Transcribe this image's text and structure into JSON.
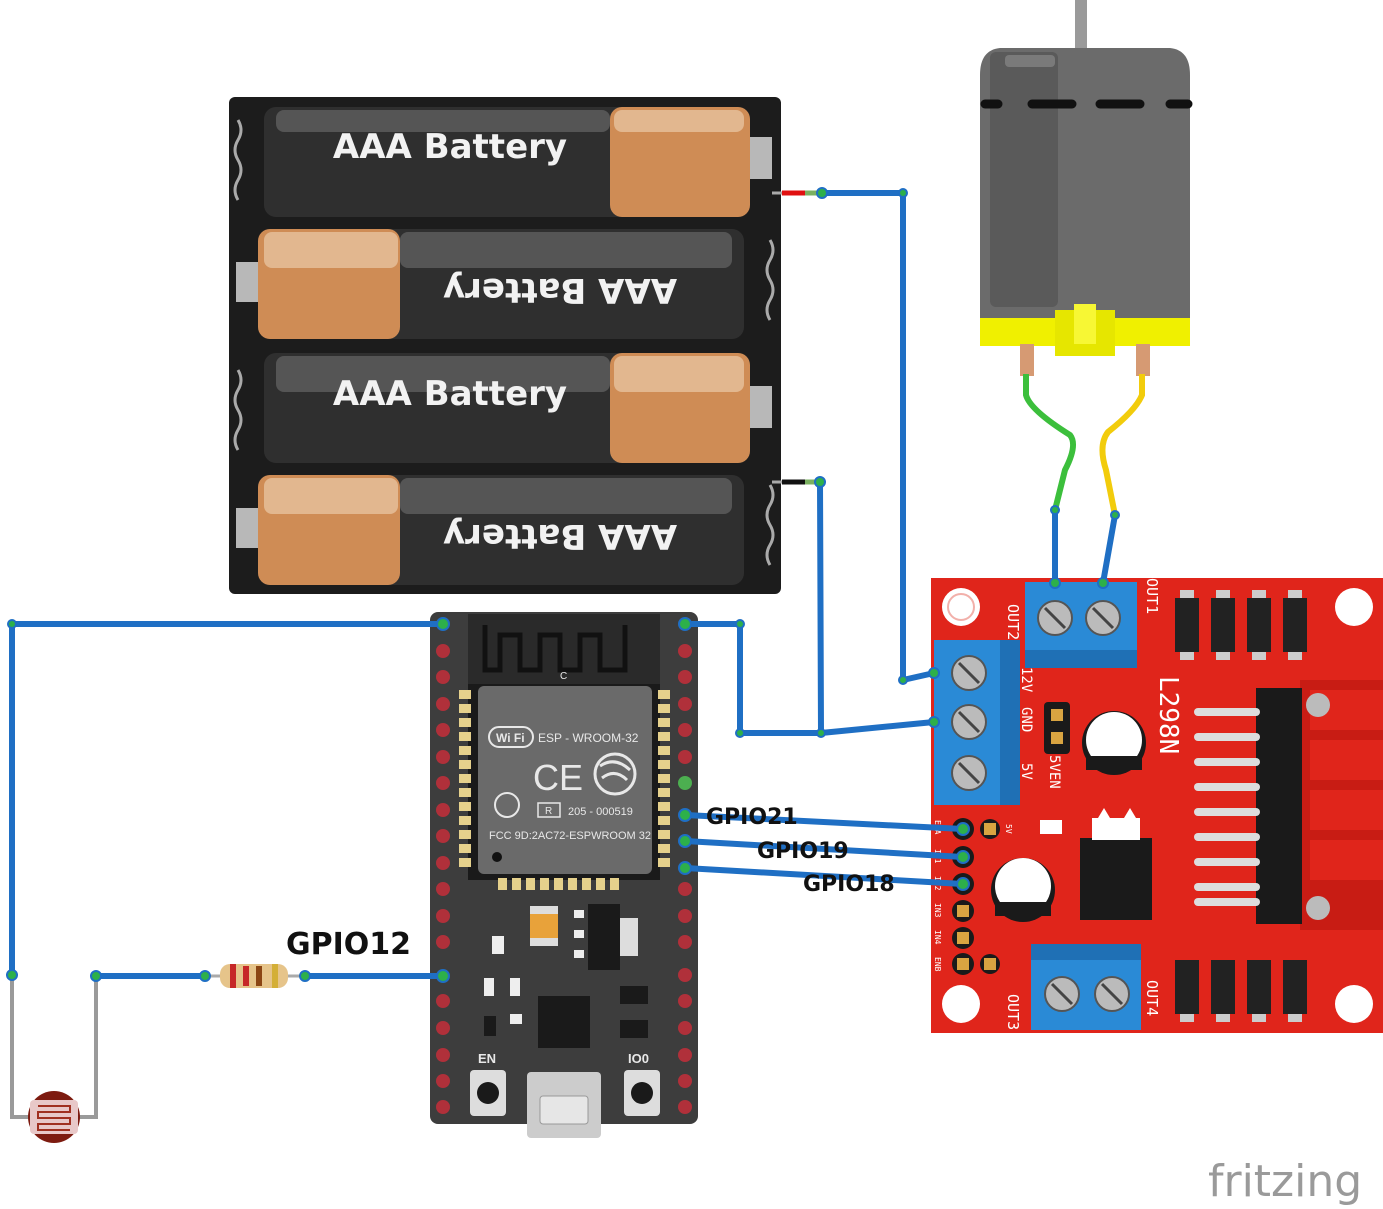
{
  "battery_pack": {
    "cells": [
      "AAA Battery",
      "AAA Battery",
      "AAA Battery",
      "AAA Battery"
    ]
  },
  "esp32": {
    "module": "ESP - WROOM-32",
    "fcc": "FCC 9D:2AC72-ESPWROOM 32",
    "cert": "205 - 000519",
    "antenna_mark": "C",
    "button_en": "EN",
    "button_io0": "IO0",
    "wifi": "Wi Fi",
    "ce": "CE"
  },
  "driver": {
    "name": "L298N",
    "out1": "OUT1",
    "out2": "OUT2",
    "out3": "OUT3",
    "out4": "OUT4",
    "v12": "12V",
    "gnd": "GND",
    "v5": "5V",
    "v5en": "5VEN",
    "pins": [
      "ENA",
      "IN1",
      "IN2",
      "IN3",
      "IN4",
      "ENB"
    ],
    "pin5v": "5V"
  },
  "labels": {
    "gpio21": "GPIO21",
    "gpio19": "GPIO19",
    "gpio18": "GPIO18",
    "gpio12": "GPIO12"
  },
  "brand": "fritzing",
  "colors": {
    "wire": "#1f6fc4",
    "board_red": "#e0251b",
    "esp_board": "#3d3d3d",
    "battery_orange": "#d08a4f"
  }
}
